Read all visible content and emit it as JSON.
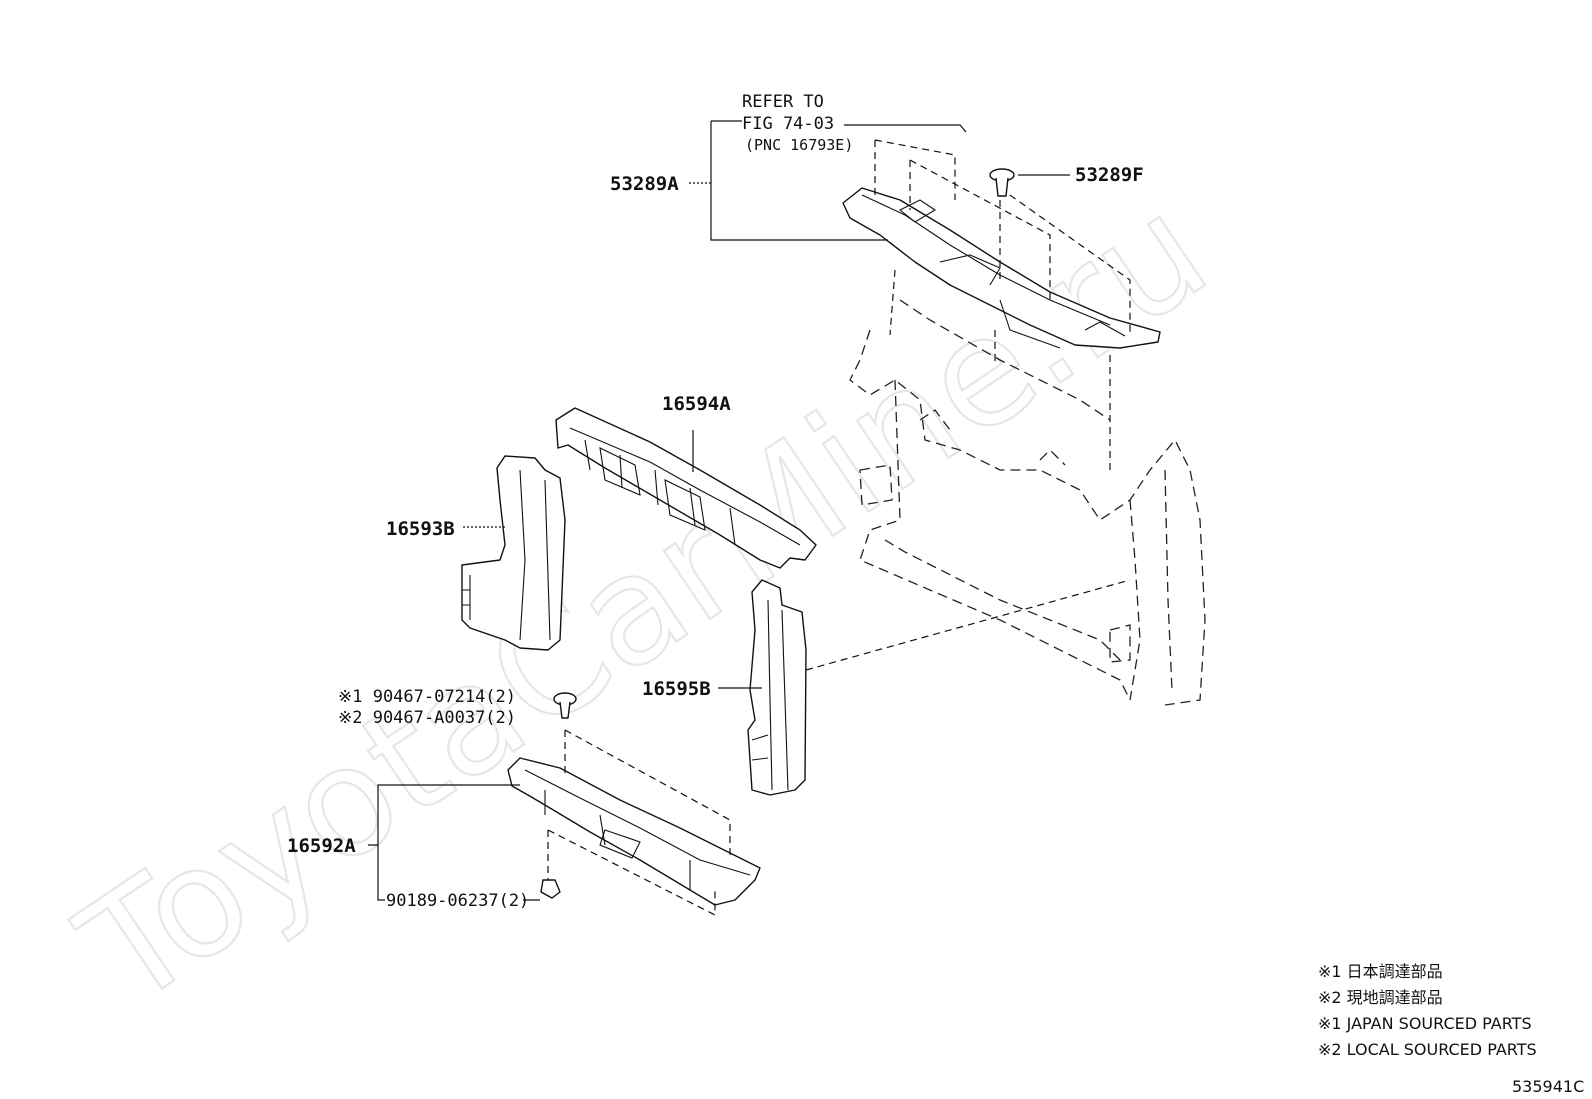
{
  "watermark": "ToyotaCarMine.ru",
  "callouts": {
    "refer_line1": "REFER TO",
    "refer_line2": "FIG 74-03",
    "refer_line3": "(PNC 16793E)",
    "p53289A": "53289A",
    "p53289F": "53289F",
    "p16594A": "16594A",
    "p16593B": "16593B",
    "p16595B": "16595B",
    "clip1": "※1 90467-07214(2)",
    "clip2": "※2 90467-A0037(2)",
    "p16592A": "16592A",
    "p90189": "90189-06237(2)"
  },
  "legend": [
    "※1  日本調達部品",
    "※2  現地調達部品",
    "※1  JAPAN SOURCED PARTS",
    "※2  LOCAL SOURCED PARTS"
  ],
  "figure_id": "535941C"
}
